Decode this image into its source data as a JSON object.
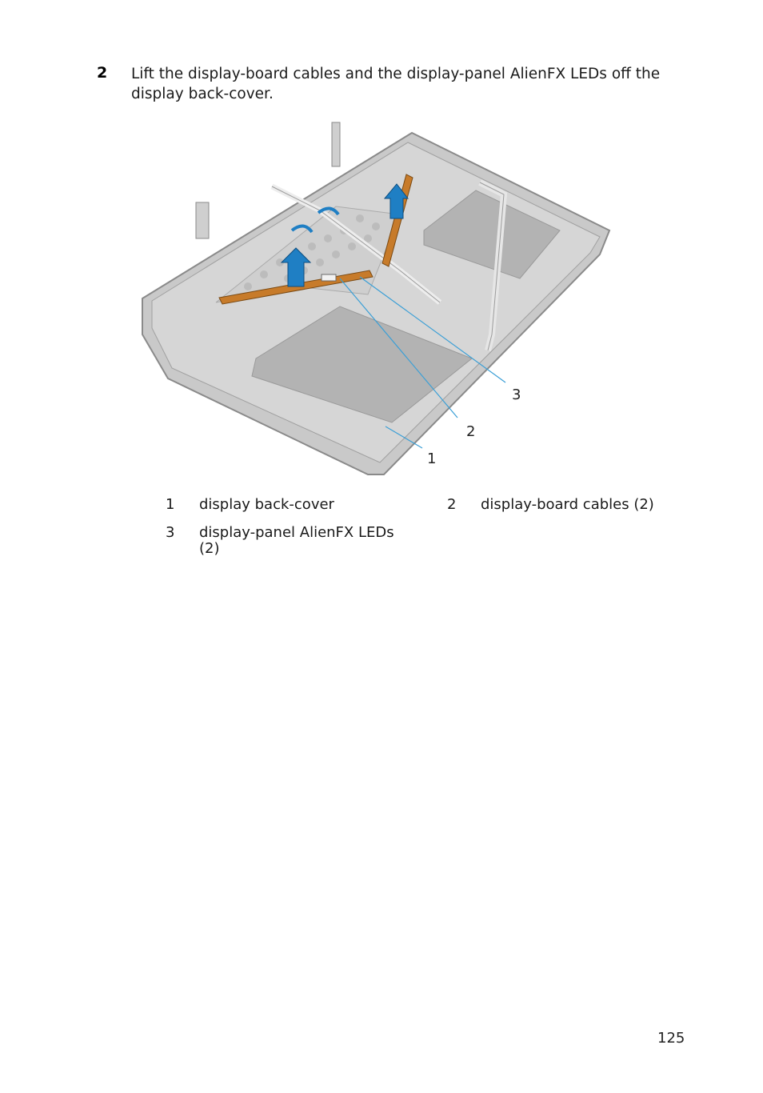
{
  "step": {
    "number": "2",
    "text": "Lift the display-board cables and the display-panel AlienFX LEDs off the display back-cover."
  },
  "figure": {
    "callouts": [
      "1",
      "2",
      "3"
    ]
  },
  "legend": [
    {
      "num": "1",
      "label": "display back-cover"
    },
    {
      "num": "2",
      "label": "display-board cables (2)"
    },
    {
      "num": "3",
      "label": "display-panel AlienFX LEDs (2)"
    }
  ],
  "page_number": "125",
  "colors": {
    "led_strip": "#c77b2a",
    "arrow": "#1f7fc4",
    "callout_line": "#3b9fd6",
    "cover": "#bdbdbd"
  }
}
